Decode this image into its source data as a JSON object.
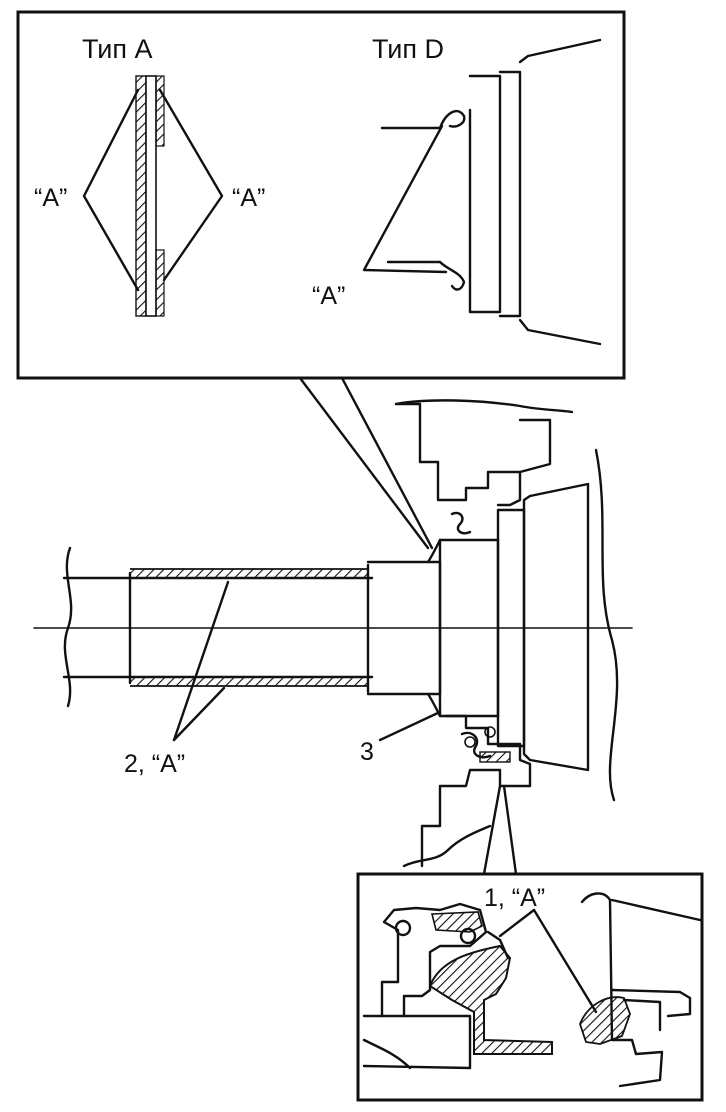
{
  "inset_top": {
    "type_a_title": "Тип А",
    "type_d_title": "Тип D",
    "type_a_label_left": "“A”",
    "type_a_label_right": "“A”",
    "type_d_label": "“A”"
  },
  "main": {
    "callout_3": "3",
    "callout_2": "2, “A”"
  },
  "inset_bottom": {
    "callout_1": "1, “A”"
  },
  "colors": {
    "line": "#111111",
    "background": "#ffffff"
  }
}
